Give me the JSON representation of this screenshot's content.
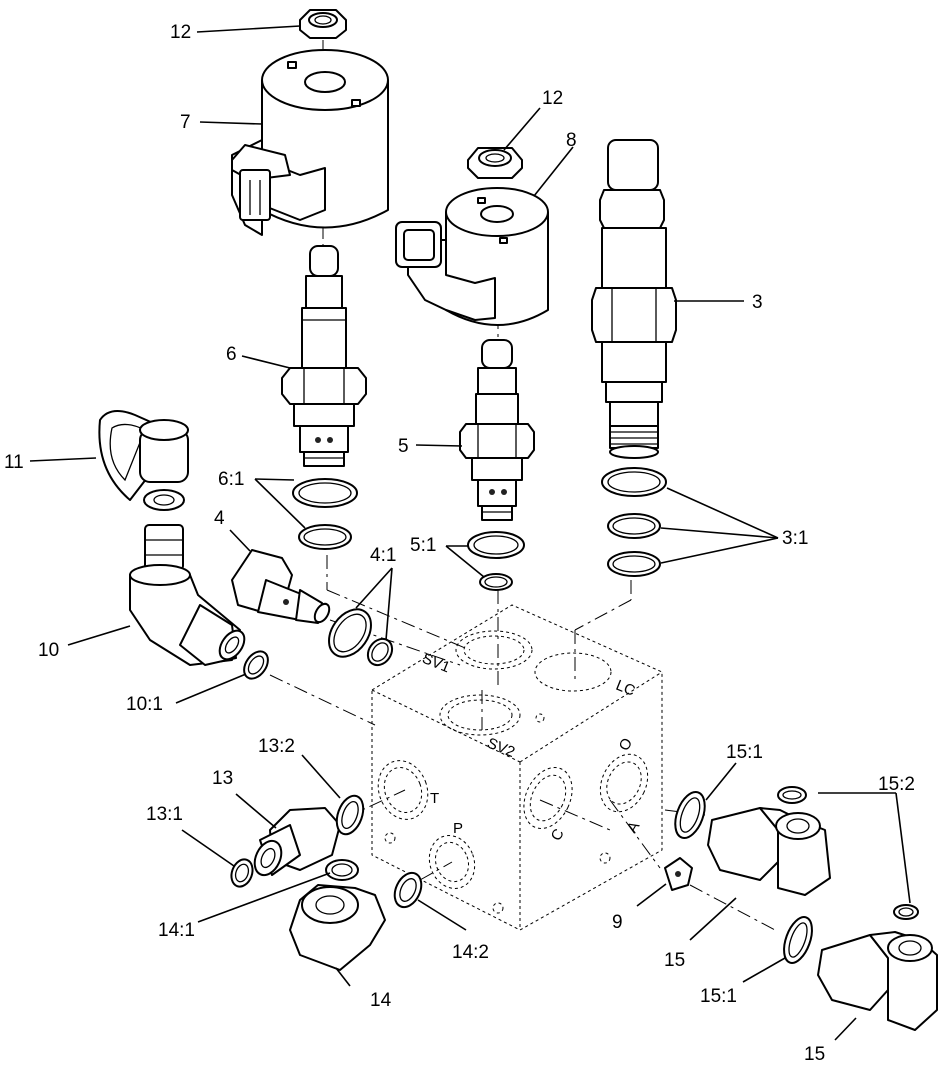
{
  "diagram": {
    "callouts": {
      "c12a": "12",
      "c7": "7",
      "c12b": "12",
      "c8": "8",
      "c3": "3",
      "c6": "6",
      "c11": "11",
      "c5": "5",
      "c6_1": "6:1",
      "c4": "4",
      "c5_1": "5:1",
      "c4_1": "4:1",
      "c3_1": "3:1",
      "c10": "10",
      "c10_1": "10:1",
      "c13_2": "13:2",
      "c13": "13",
      "c15_1a": "15:1",
      "c15_2": "15:2",
      "c13_1": "13:1",
      "c9": "9",
      "c14_1": "14:1",
      "c14_2": "14:2",
      "c15a": "15",
      "c15_1b": "15:1",
      "c14": "14",
      "c15b": "15"
    },
    "ports": {
      "sv1": "SV1",
      "lc": "LC",
      "sv2": "SV2",
      "t": "T",
      "p": "P",
      "c": "C",
      "a": "A",
      "o": "O"
    }
  }
}
